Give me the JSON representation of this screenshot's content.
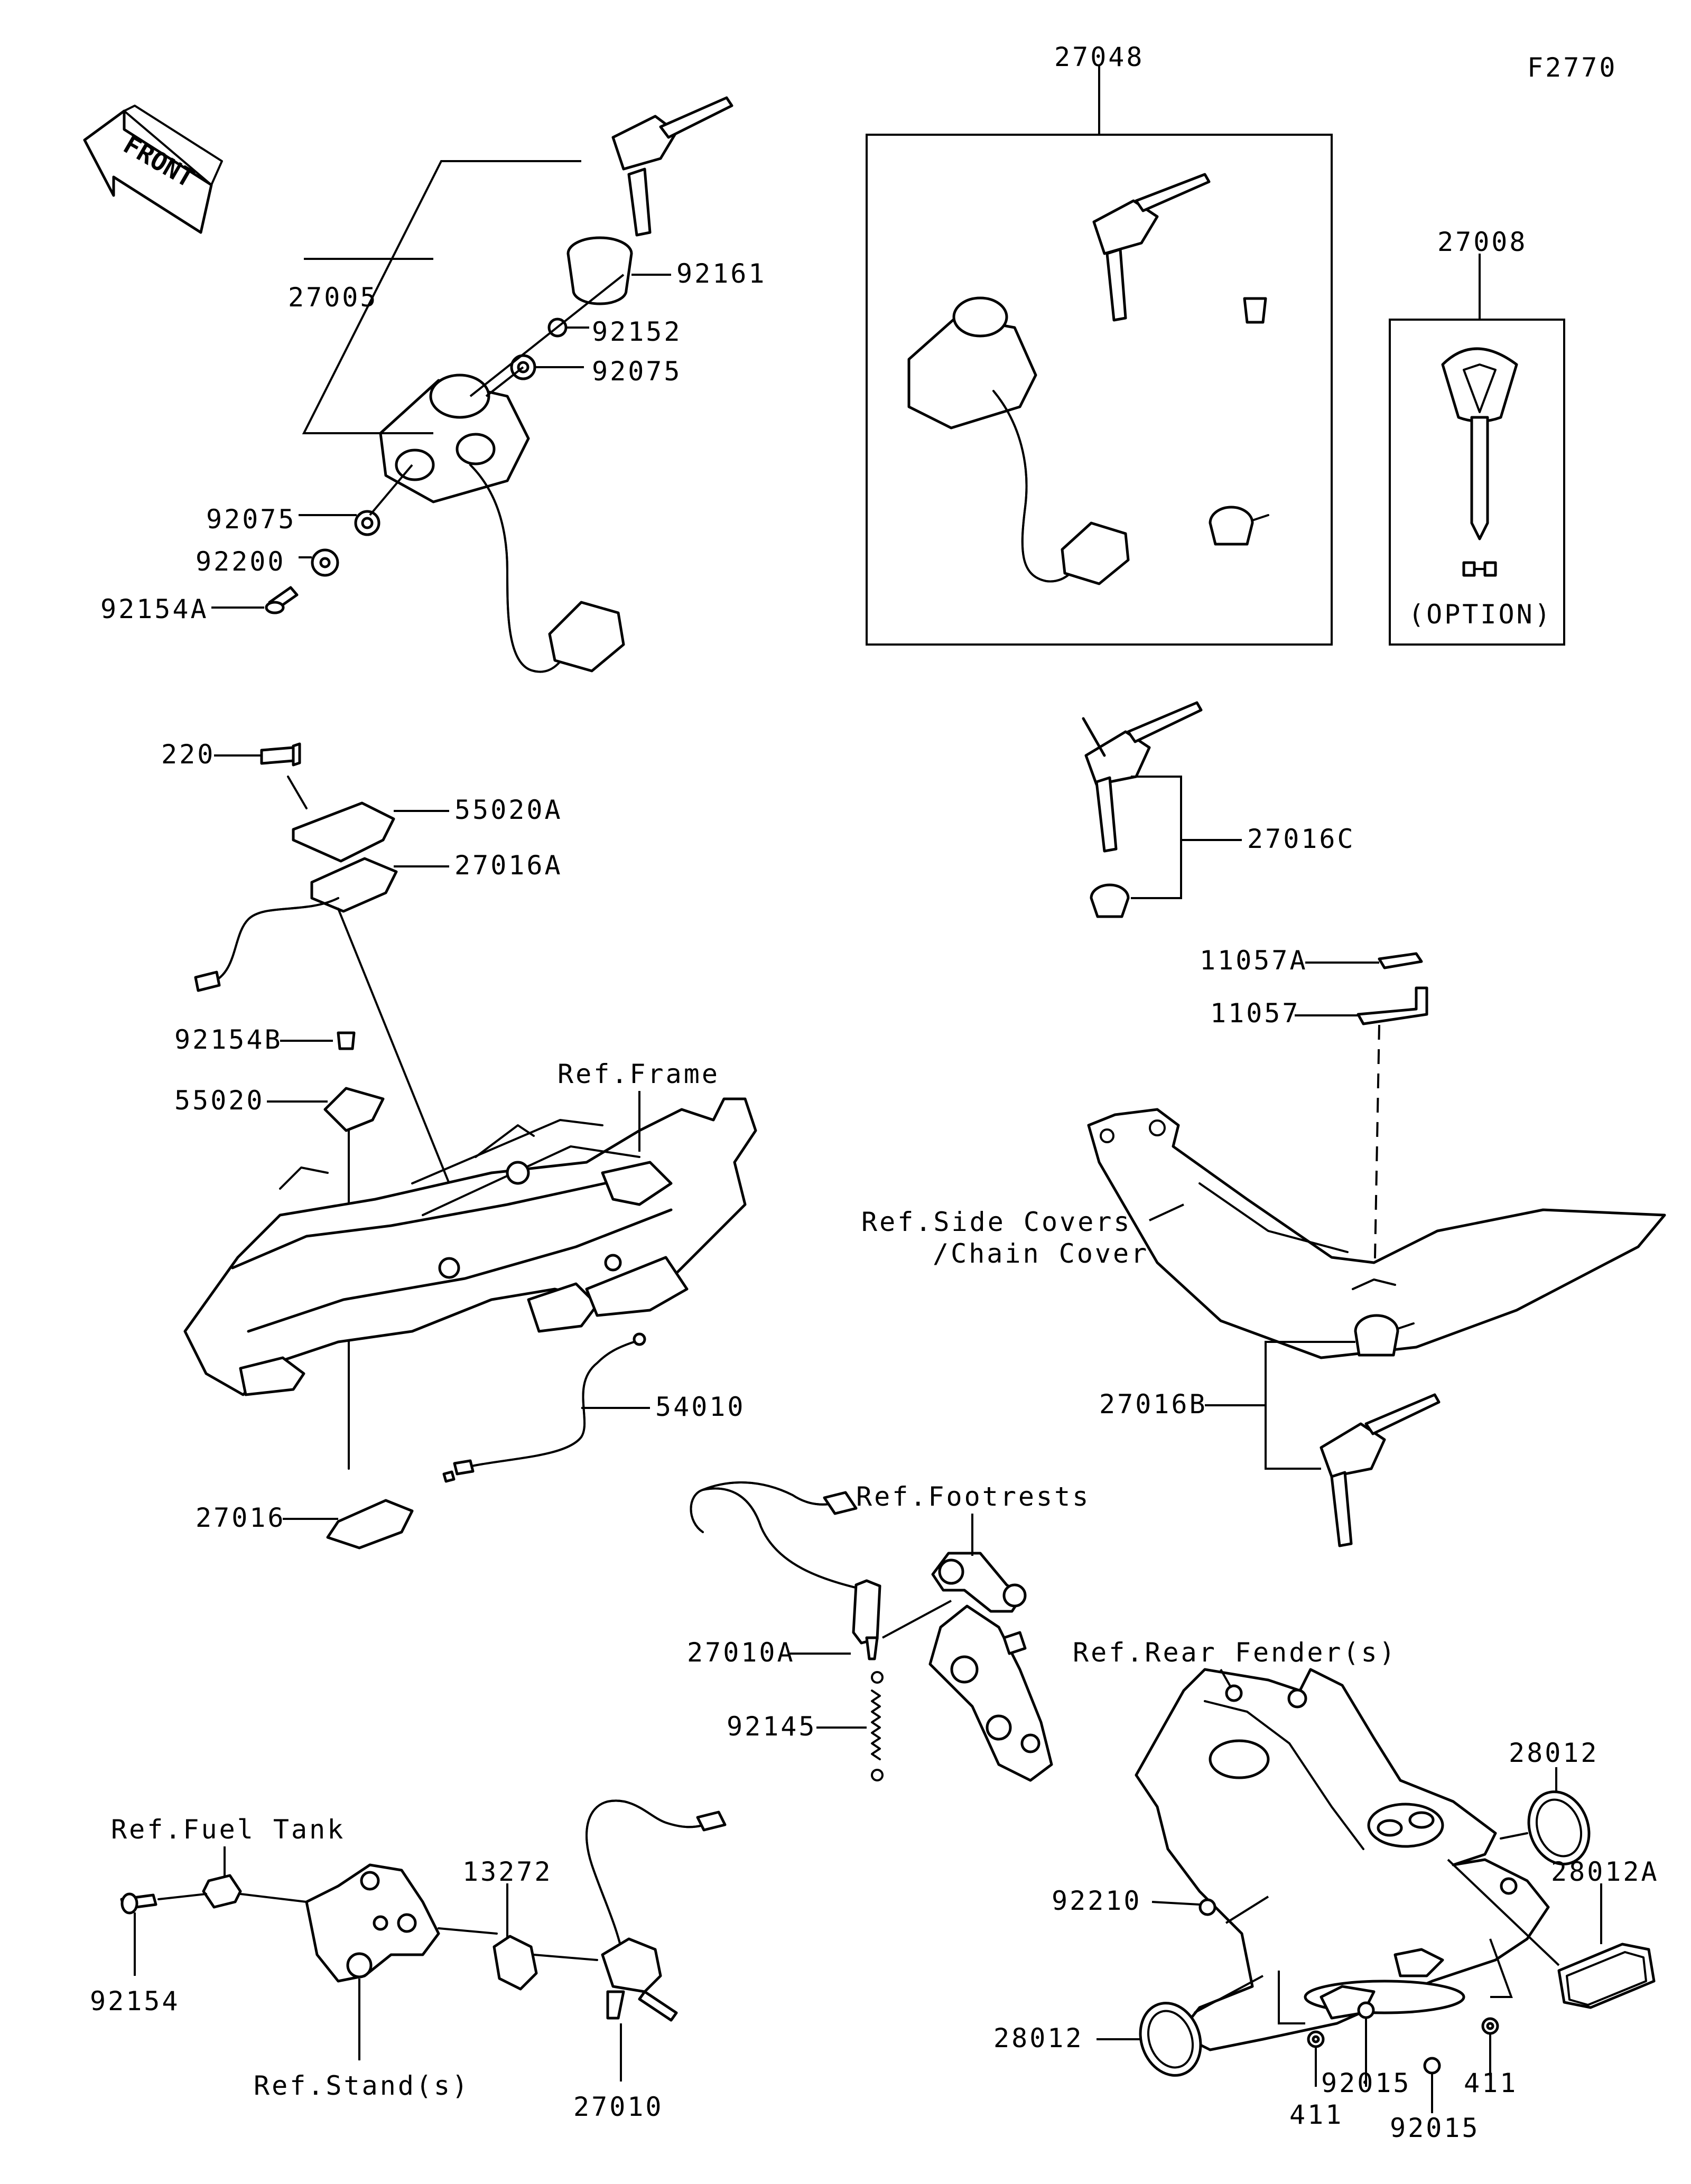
{
  "figure_id": "F2770",
  "front_arrow": "FRONT",
  "parts": {
    "p27005": "27005",
    "p92161": "92161",
    "p92152": "92152",
    "p92075a": "92075",
    "p92075b": "92075",
    "p92200": "92200",
    "p92154A": "92154A",
    "p27048": "27048",
    "p27008": "27008",
    "p27008_note": "(OPTION)",
    "p220": "220",
    "p55020A": "55020A",
    "p27016A": "27016A",
    "p27016C": "27016C",
    "p11057A": "11057A",
    "p11057": "11057",
    "p92154B": "92154B",
    "p55020": "55020",
    "p54010": "54010",
    "p27016": "27016",
    "p27016B": "27016B",
    "p27010A": "27010A",
    "p92145": "92145",
    "p28012a": "28012",
    "p28012b": "28012",
    "p28012A": "28012A",
    "p92210": "92210",
    "p13272": "13272",
    "p92154": "92154",
    "p27010": "27010",
    "p411a": "411",
    "p411b": "411",
    "p92015a": "92015",
    "p92015b": "92015"
  },
  "references": {
    "frame": "Ref.Frame",
    "side_covers_1": "Ref.Side Covers",
    "side_covers_2": "/Chain Cover",
    "footrests": "Ref.Footrests",
    "rear_fender": "Ref.Rear Fender(s)",
    "fuel_tank": "Ref.Fuel Tank",
    "stands": "Ref.Stand(s)"
  }
}
